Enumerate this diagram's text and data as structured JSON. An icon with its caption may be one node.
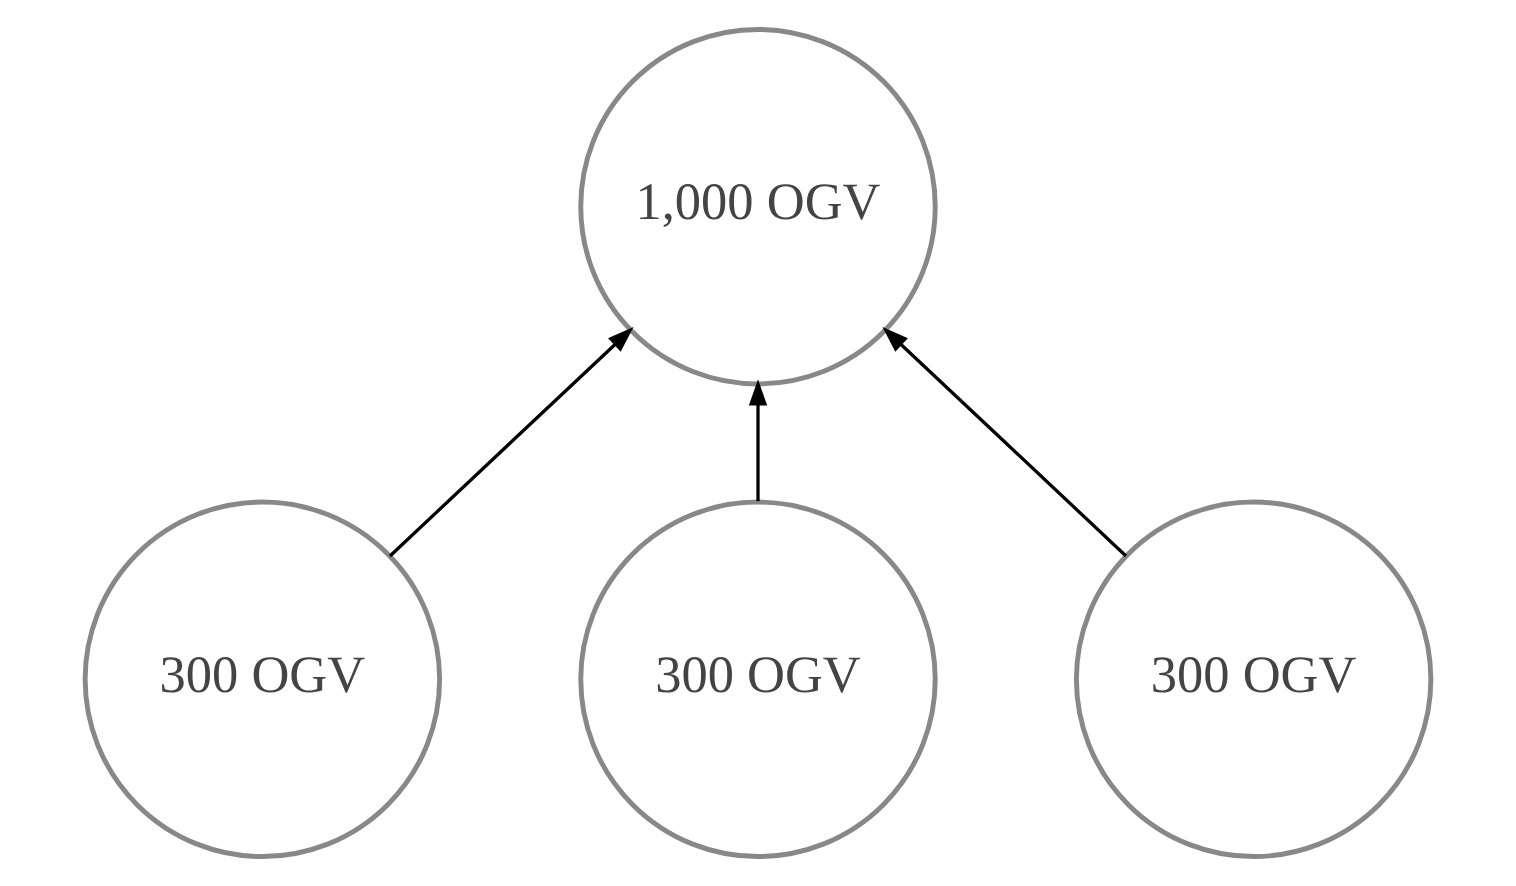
{
  "diagram": {
    "nodes": [
      {
        "text": [
          "1,000 OGV"
        ]
      },
      {
        "text": [
          "300 OGV"
        ]
      },
      {
        "text": [
          "300 OGV"
        ]
      },
      {
        "text": [
          "300 OGV"
        ]
      }
    ],
    "edges": [
      {
        "from": 1,
        "to": 0,
        "arrow": "to"
      },
      {
        "from": 2,
        "to": 0,
        "arrow": "to"
      },
      {
        "from": 3,
        "to": 0,
        "arrow": "to"
      }
    ]
  }
}
